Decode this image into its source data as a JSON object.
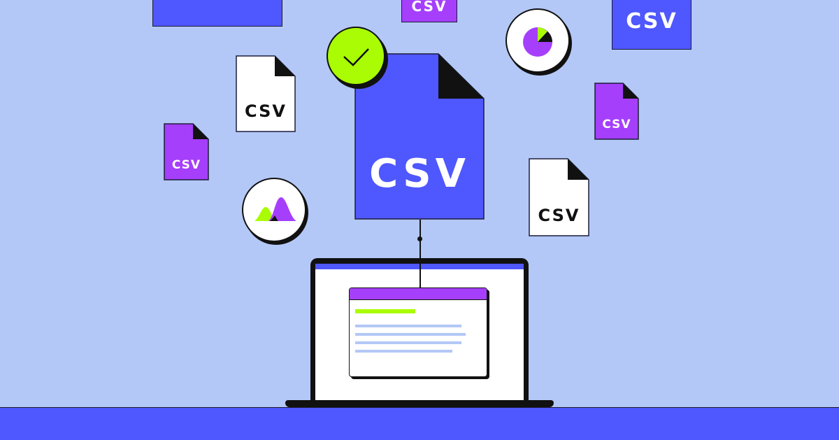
{
  "illustration": {
    "main_file": {
      "label": "CSV",
      "color": "#4f57fe"
    },
    "files": [
      {
        "label": "CSV",
        "style": "white-file",
        "position": "upper-left"
      },
      {
        "label": "CSV",
        "style": "purple-file",
        "position": "left"
      },
      {
        "label": "CSV",
        "style": "white-file",
        "position": "right"
      },
      {
        "label": "CSV",
        "style": "purple-file",
        "position": "upper-right"
      },
      {
        "label": "CSV",
        "style": "blue-card",
        "position": "top-right"
      },
      {
        "label": "CSV",
        "style": "purple-card",
        "position": "top-center"
      }
    ],
    "badges": [
      "checkmark",
      "pie-chart",
      "distribution-chart"
    ],
    "colors": {
      "background": "#b3c8f6",
      "blue": "#4f57fe",
      "purple": "#a53ffc",
      "lime": "#a9fc03",
      "ink": "#111111",
      "white": "#ffffff"
    }
  }
}
